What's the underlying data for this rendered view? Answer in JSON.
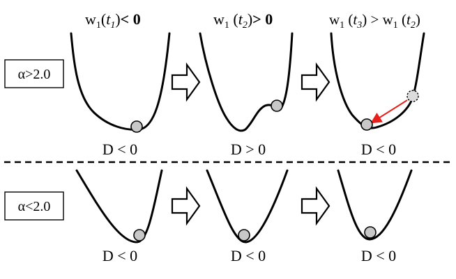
{
  "top_row": {
    "alpha_label": "α>2.0",
    "panels": [
      {
        "title": {
          "w": "w",
          "idx": "1",
          "t": "t",
          "tsub": "1",
          "rel": "< 0"
        },
        "caption": "D < 0"
      },
      {
        "title": {
          "w": "w",
          "idx": "1",
          "t": "t",
          "tsub": "2",
          "rel": "> 0"
        },
        "caption": "D > 0"
      },
      {
        "title": {
          "w": "w",
          "idx": "1",
          "t": "t",
          "tsub": "3",
          "rel": " > ",
          "w2": "w",
          "idx2": "1",
          "t2": "t",
          "t2sub": "2"
        },
        "caption": "D < 0"
      }
    ]
  },
  "bottom_row": {
    "alpha_label": "α<2.0",
    "panels": [
      {
        "caption": "D < 0"
      },
      {
        "caption": "D < 0"
      },
      {
        "caption": "D < 0"
      }
    ]
  },
  "colors": {
    "ball": "#c8c8c8",
    "curve": "#000000",
    "arrow": "#e8201c"
  }
}
